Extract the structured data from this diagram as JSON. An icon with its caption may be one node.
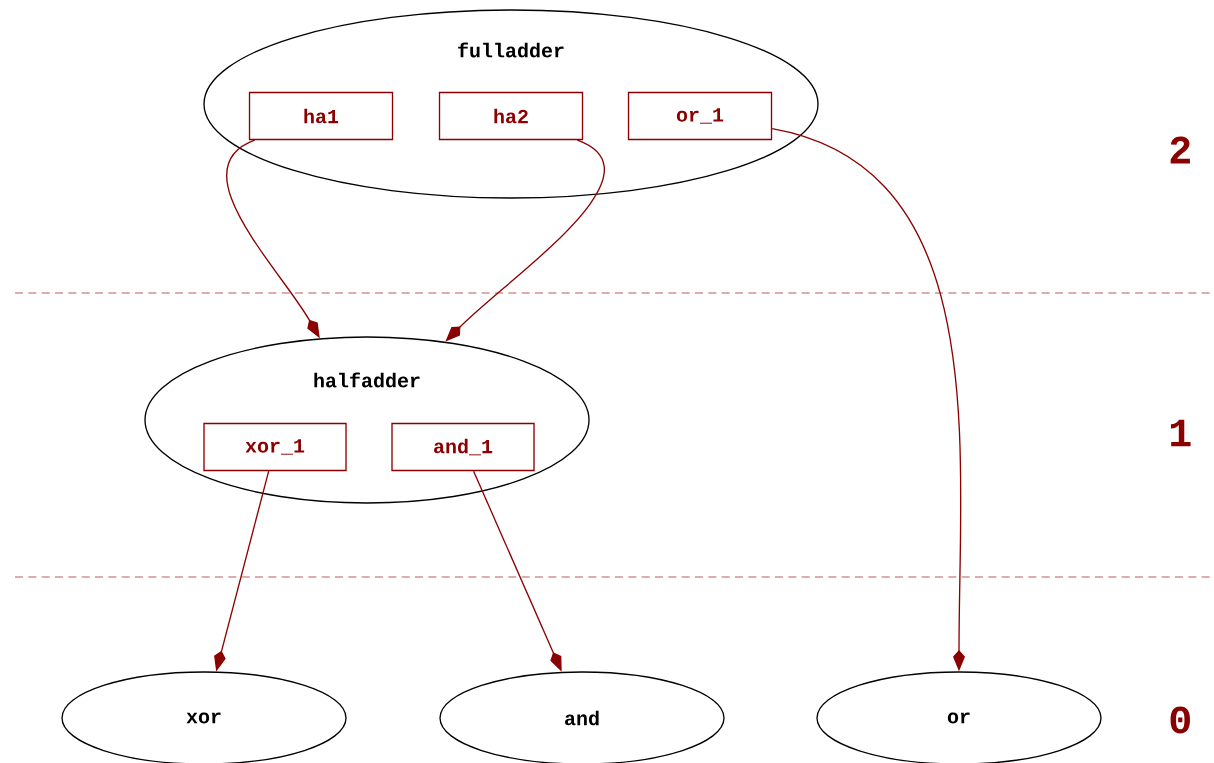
{
  "diagram": {
    "nodes": [
      {
        "text": [
          "fulladder"
        ]
      },
      {
        "text": [
          "ha1"
        ],
        "in": 0
      },
      {
        "text": [
          "ha2"
        ],
        "in": 0
      },
      {
        "text": [
          "or_1"
        ],
        "in": 0
      },
      {
        "text": [
          "halfadder"
        ]
      },
      {
        "text": [
          "xor_1"
        ],
        "in": 4
      },
      {
        "text": [
          "and_1"
        ],
        "in": 4
      },
      {
        "text": [
          "xor"
        ]
      },
      {
        "text": [
          "and"
        ]
      },
      {
        "text": [
          "or"
        ]
      }
    ],
    "edges": [
      {
        "from": 1,
        "to": 4,
        "arrow": "to"
      },
      {
        "from": 2,
        "to": 4,
        "arrow": "to"
      },
      {
        "from": 3,
        "to": 9,
        "arrow": "to"
      },
      {
        "from": 5,
        "to": 7,
        "arrow": "to"
      },
      {
        "from": 6,
        "to": 8,
        "arrow": "to"
      }
    ],
    "labels": [
      "2",
      "1",
      "0"
    ]
  }
}
